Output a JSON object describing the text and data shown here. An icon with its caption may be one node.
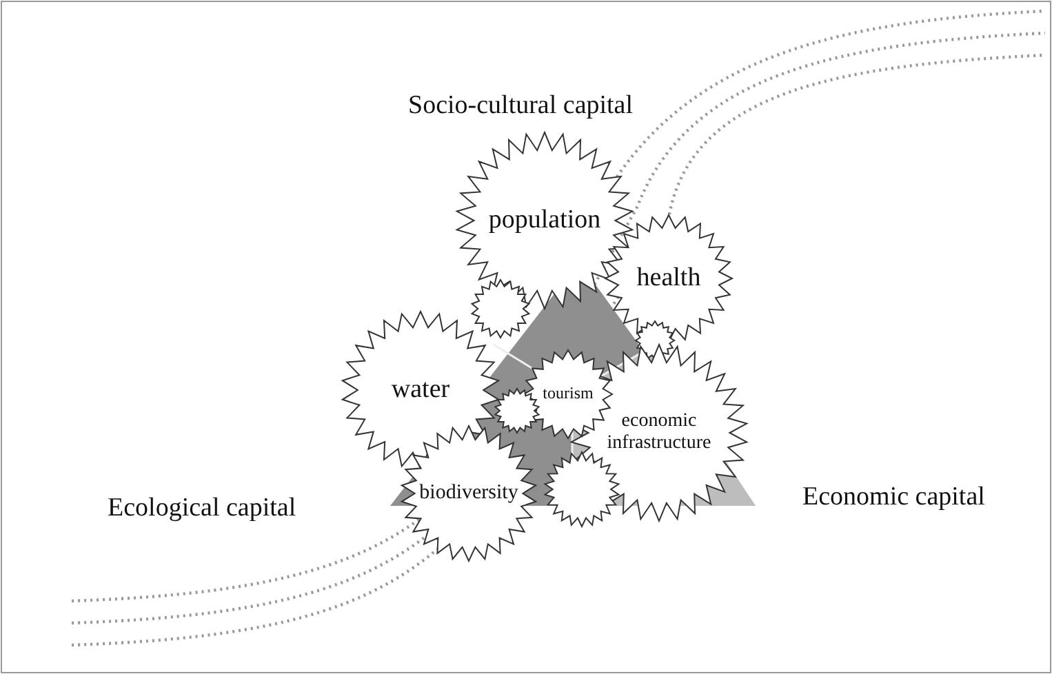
{
  "diagram": {
    "nodes": [
      {
        "text": [
          "population"
        ]
      },
      {
        "text": [
          "health"
        ]
      },
      {
        "text": [],
        "shape": "star"
      },
      {
        "text": [],
        "shape": "star"
      },
      {
        "text": [
          "water"
        ]
      },
      {
        "text": [
          "tourism"
        ]
      },
      {
        "text": [],
        "shape": "star"
      },
      {
        "text": [
          "economic infrastructure"
        ]
      },
      {
        "text": [
          "biodiversity"
        ]
      },
      {
        "text": [],
        "shape": "star"
      }
    ],
    "labels": [
      "Socio-cultural capital",
      "Ecological capital",
      "Economic capital"
    ]
  }
}
